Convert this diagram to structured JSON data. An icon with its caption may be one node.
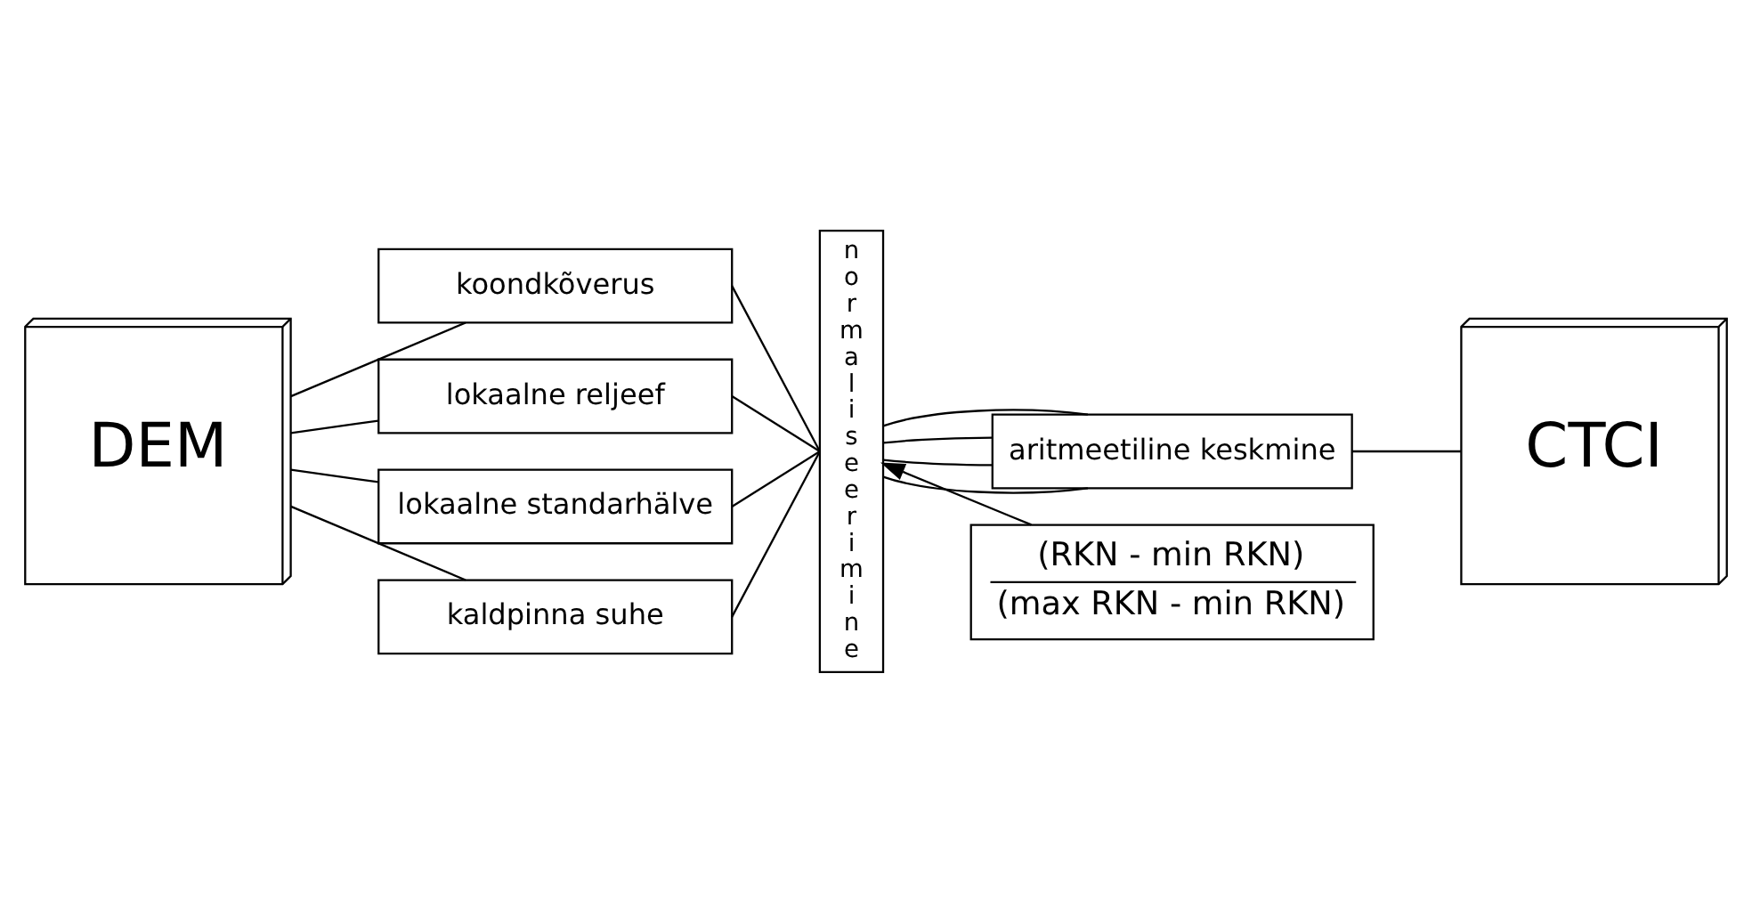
{
  "diagram": {
    "nodes": [
      {
        "text": [
          "DEM"
        ]
      },
      {
        "text": [
          "koondkõverus"
        ]
      },
      {
        "text": [
          "lokaalne reljeef"
        ]
      },
      {
        "text": [
          "lokaalne standarhälve"
        ]
      },
      {
        "text": [
          "kaldpinna suhe"
        ]
      },
      {
        "text": [
          "normaliseerimine"
        ]
      },
      {
        "text": [
          "(RKN - min RKN)",
          "(max RKN - min RKN)"
        ]
      },
      {
        "text": [
          "aritmeetiline keskmine"
        ]
      },
      {
        "text": [
          "CTCI"
        ]
      }
    ],
    "edges": [
      {
        "from": 0,
        "to": 1,
        "arrow": "none"
      },
      {
        "from": 0,
        "to": 2,
        "arrow": "none"
      },
      {
        "from": 0,
        "to": 3,
        "arrow": "none"
      },
      {
        "from": 0,
        "to": 4,
        "arrow": "none"
      },
      {
        "from": 1,
        "to": 5,
        "arrow": "none"
      },
      {
        "from": 2,
        "to": 5,
        "arrow": "none"
      },
      {
        "from": 3,
        "to": 5,
        "arrow": "none"
      },
      {
        "from": 4,
        "to": 5,
        "arrow": "none"
      },
      {
        "from": 5,
        "to": 7,
        "arrow": "none"
      },
      {
        "from": 5,
        "to": 7,
        "arrow": "none"
      },
      {
        "from": 5,
        "to": 7,
        "arrow": "none"
      },
      {
        "from": 5,
        "to": 7,
        "arrow": "none"
      },
      {
        "from": 6,
        "to": 5,
        "arrow": "to"
      },
      {
        "from": 7,
        "to": 8,
        "arrow": "none"
      }
    ]
  }
}
